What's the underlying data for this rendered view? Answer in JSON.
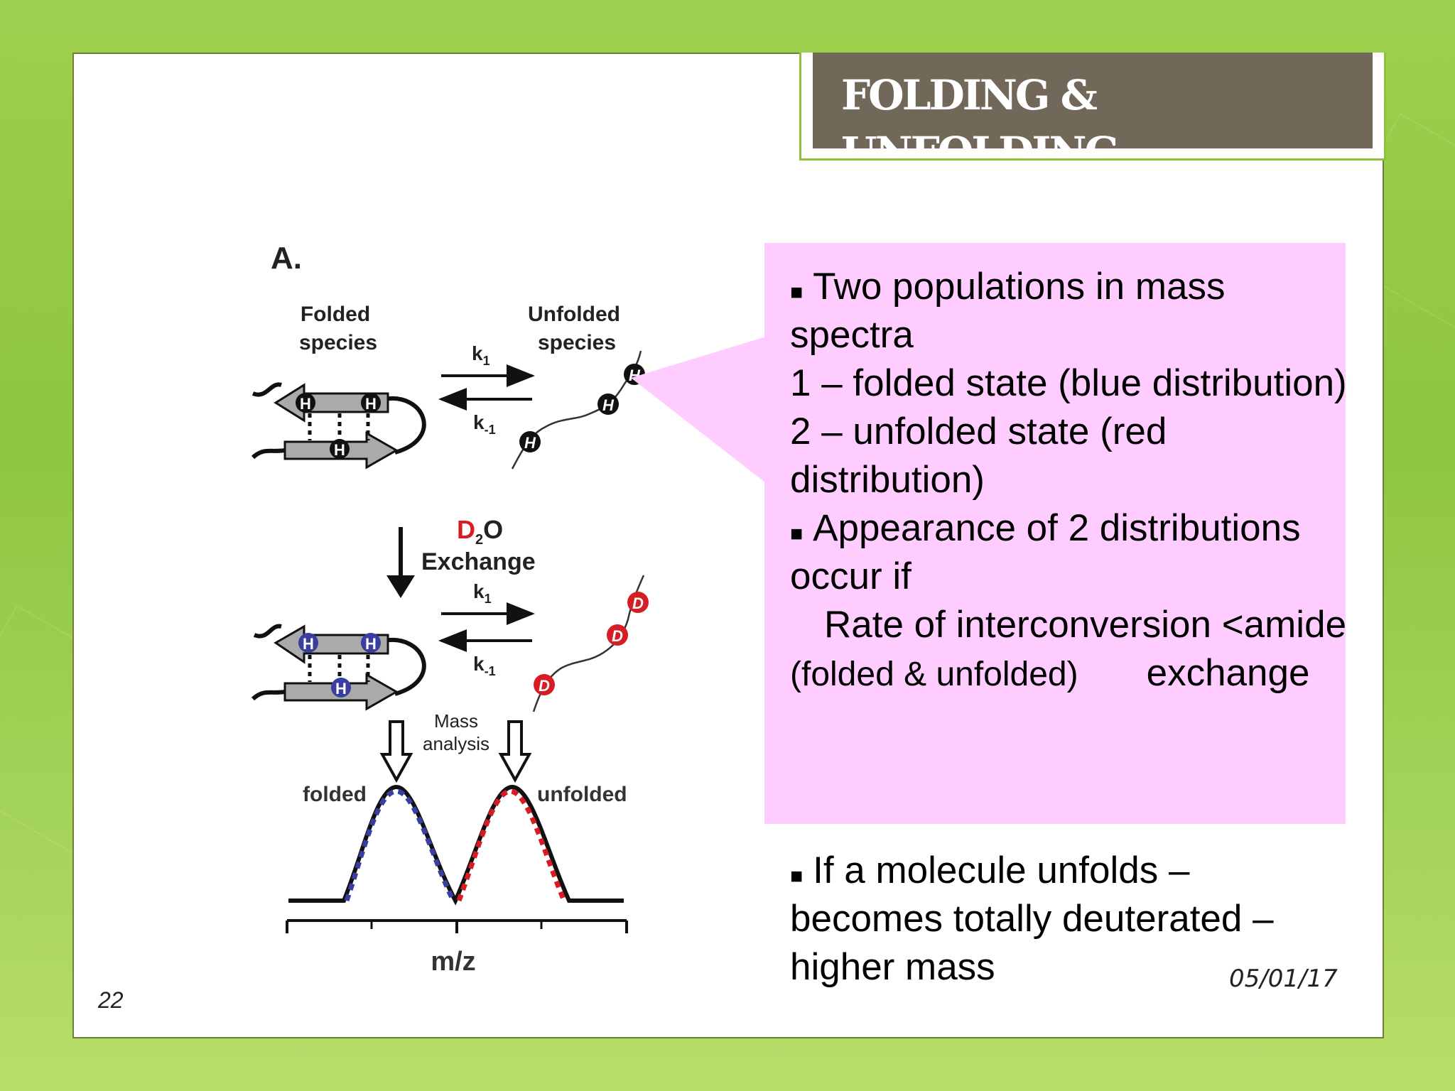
{
  "title": "FOLDING & UNFOLDING",
  "figure": {
    "panel_label": "A.",
    "folded_species": [
      "Folded",
      "species"
    ],
    "unfolded_species": [
      "Unfolded",
      "species"
    ],
    "rate_forward": "k",
    "rate_forward_sub": "1",
    "rate_reverse": "k",
    "rate_reverse_sub": "-1",
    "hydrogen_label": "H",
    "deuterium_label": "D",
    "exchange_d": "D",
    "exchange_sub": "2",
    "exchange_o": "O",
    "exchange_word": "Exchange",
    "mass_analysis": [
      "Mass",
      "analysis"
    ],
    "peak_folded": "folded",
    "peak_unfolded": "unfolded",
    "axis_label": "m/z",
    "colors": {
      "folded": "#3a3ea0",
      "unfolded": "#d81c24",
      "exchange_d": "#d81c24"
    }
  },
  "callout": {
    "bullet1": "Two populations in mass spectra",
    "line_folded": "1 – folded state (blue distribution)",
    "line_unfolded": "2 – unfolded state (red distribution)",
    "bullet2": "Appearance of 2 distributions occur if",
    "rate_line": "Rate of interconversion <amide",
    "paren": "(folded & unfolded)",
    "exchange": "exchange",
    "bg_color": "#ffccff"
  },
  "bottom": {
    "bullet": "If a molecule unfolds – becomes totally deuterated – higher mass"
  },
  "footer": {
    "page_number": "22",
    "date": "05/01/17"
  }
}
